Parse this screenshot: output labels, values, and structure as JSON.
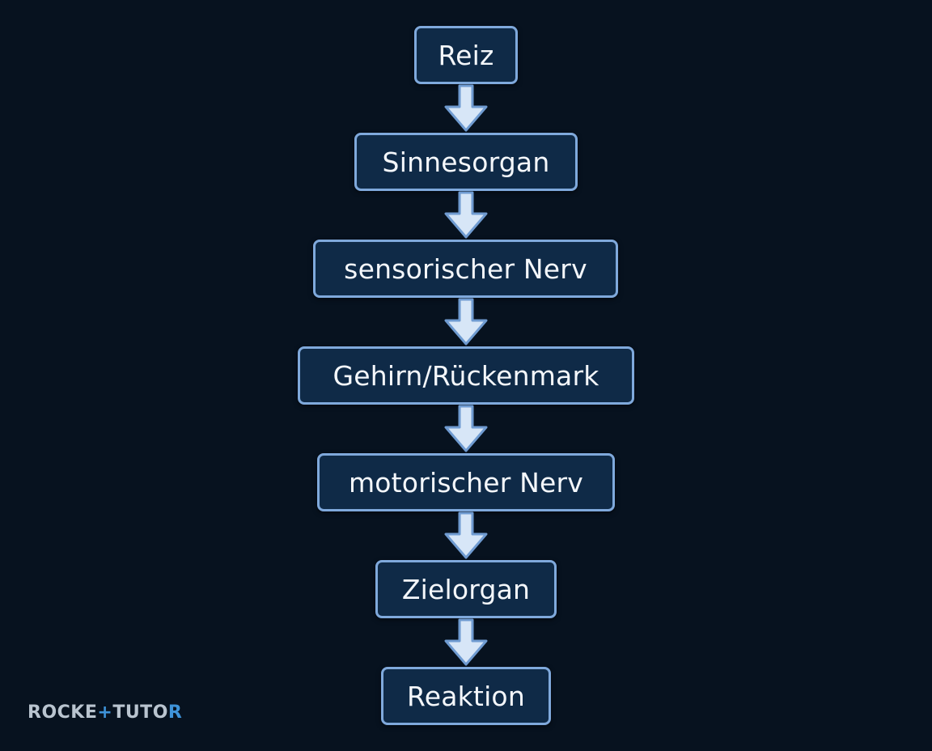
{
  "flow": {
    "steps": [
      "Reiz",
      "Sinnesorgan",
      "sensorischer Nerv",
      "Gehirn/Rückenmark",
      "motorischer Nerv",
      "Zielorgan",
      "Reaktion"
    ]
  },
  "colors": {
    "background": "#07121f",
    "box_fill": "#0f2a47",
    "box_border": "#7fa9dc",
    "arrow_fill": "#d7e6f7",
    "arrow_stroke": "#6f9bd1",
    "text": "#f4f7fb"
  },
  "watermark": {
    "part1": "ROCKE",
    "mark": "+",
    "part2": "TUTO",
    "part3": "R"
  }
}
